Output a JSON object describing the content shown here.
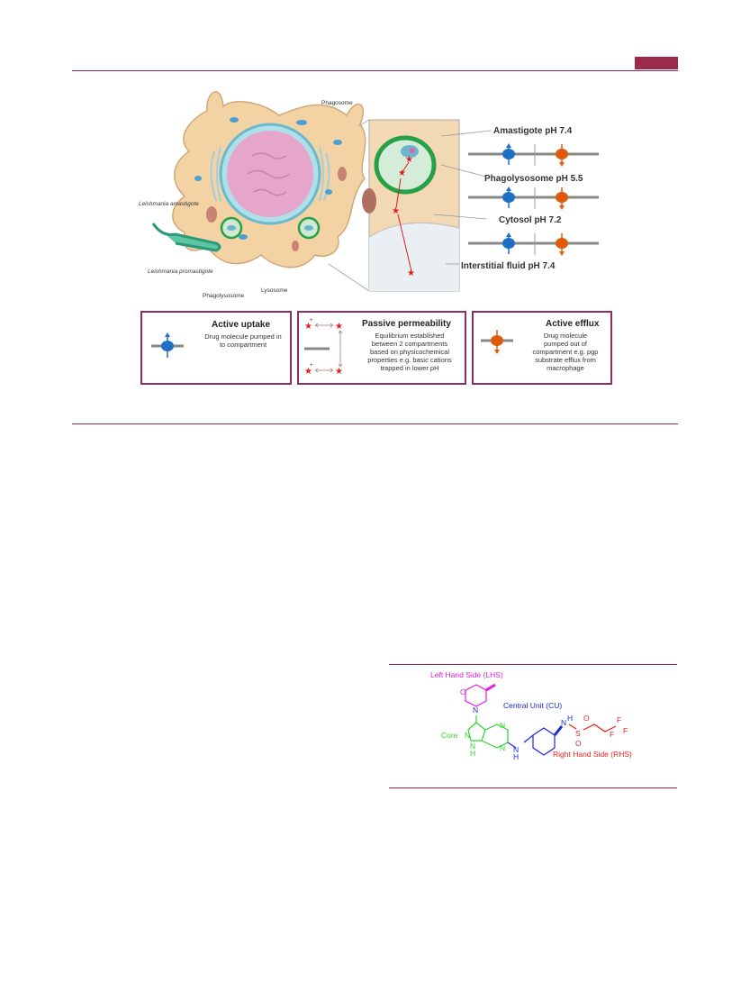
{
  "colors": {
    "accent": "#9c2a4a",
    "box_border": "#8b2d63",
    "uptake": "#1f6fc5",
    "efflux": "#e05a0c",
    "star": "#e31b23"
  },
  "figure": {
    "cell_labels": {
      "phagosome": "Phagosome",
      "amastigote": "Leishmania amastigote",
      "promastigote": "Leishmania promastigote",
      "phagolysosome": "Phagolysosome",
      "lysosome": "Lysosome"
    },
    "compartments": [
      {
        "label": "Amastigote pH 7.4"
      },
      {
        "label": "Phagolysosome pH 5.5"
      },
      {
        "label": "Cytosol pH 7.2"
      },
      {
        "label": "Interstitial fluid pH 7.4"
      }
    ]
  },
  "legend": {
    "active_uptake": {
      "title": "Active uptake",
      "desc": [
        "Drug molecule pumped in",
        "to compartment"
      ]
    },
    "passive": {
      "title": "Passive permeability",
      "desc": [
        "Equilibrium established",
        "between 2 compartments",
        "based on physicochemical",
        "properties e.g. basic cations",
        "trapped in lower pH"
      ],
      "signs": [
        "+",
        "+"
      ]
    },
    "active_efflux": {
      "title": "Active efflux",
      "desc": [
        "Drug molecule",
        "pumped out of",
        "compartment e.g. pgp",
        "substrate efflux from",
        "macrophage"
      ]
    }
  },
  "chemistry": {
    "lhs": "Left Hand Side (LHS)",
    "cu": "Central Unit (CU)",
    "core": "Core",
    "rhs": "Right Hand Side (RHS)",
    "atoms": {
      "o": "O",
      "n_morph": "N",
      "n1": "N",
      "nh1": "N",
      "nh1_h": "H",
      "n3": "N",
      "n4": "N",
      "nh2": "N",
      "nh2_h": "H",
      "nh3": "N",
      "nh3_h": "H",
      "s": "S",
      "o1": "O",
      "o2": "O",
      "f1": "F",
      "f2": "F",
      "f3": "F"
    }
  }
}
